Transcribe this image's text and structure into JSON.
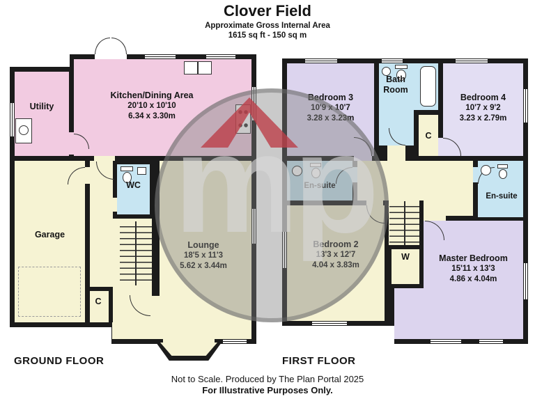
{
  "header": {
    "title": "Clover Field",
    "subtitle": "Approximate Gross Internal Area",
    "area": "1615 sq ft - 150 sq m"
  },
  "floors": [
    {
      "label": "GROUND FLOOR",
      "rooms": [
        {
          "name": "Utility"
        },
        {
          "name": "Kitchen/Dining Area",
          "dims_ft": "20'10 x 10'10",
          "dims_m": "6.34 x 3.30m"
        },
        {
          "name": "WC"
        },
        {
          "name": "Garage"
        },
        {
          "name": "Lounge",
          "dims_ft": "18'5 x 11'3",
          "dims_m": "5.62 x 3.44m"
        },
        {
          "name": "C"
        }
      ]
    },
    {
      "label": "FIRST FLOOR",
      "rooms": [
        {
          "name": "Bedroom 3",
          "dims_ft": "10'9 x 10'7",
          "dims_m": "3.28 x 3.23m"
        },
        {
          "name": "Bath Room"
        },
        {
          "name": "Bedroom 4",
          "dims_ft": "10'7 x 9'2",
          "dims_m": "3.23 x 2.79m"
        },
        {
          "name": "C"
        },
        {
          "name": "En-suite"
        },
        {
          "name": "Bedroom 2",
          "dims_ft": "13'3 x 12'7",
          "dims_m": "4.04 x 3.83m"
        },
        {
          "name": "W"
        },
        {
          "name": "Master Bedroom",
          "dims_ft": "15'11 x 13'3",
          "dims_m": "4.86 x 4.04m"
        },
        {
          "name": "En-suite"
        }
      ]
    }
  ],
  "footer": {
    "line1": "Not to Scale. Produced by The Plan Portal 2025",
    "line2": "For Illustrative Purposes Only."
  },
  "watermark": {
    "letters": "mp"
  },
  "colors": {
    "wall": "#1b1b1b",
    "pink": "#f2cbe1",
    "cream": "#f6f3d3",
    "blue": "#c7e5f2",
    "purple": "#dcd4ee",
    "purple_light": "#e3def3",
    "wm_gray": "#8a8a8a",
    "wm_red": "#c04150"
  }
}
